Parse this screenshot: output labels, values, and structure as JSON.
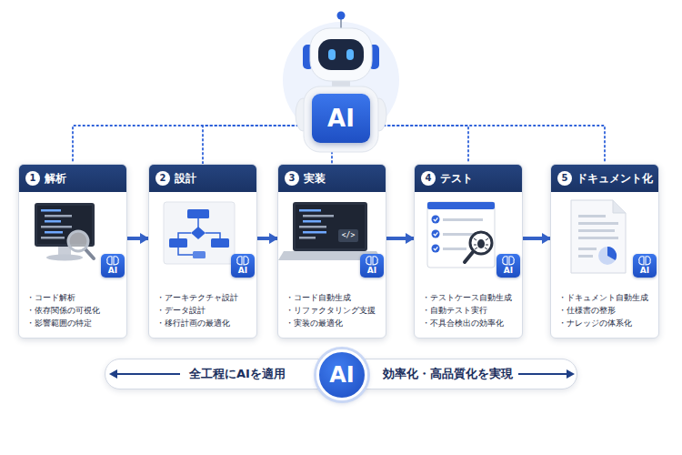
{
  "diagram": {
    "nodes": [
      {
        "text": [
          "AI"
        ]
      },
      {
        "text": [
          "解析",
          "・コード解析",
          "・依存関係の可視化",
          "・影響範囲の特定"
        ]
      },
      {
        "text": [
          "1"
        ],
        "in": 1
      },
      {
        "text": [
          "AI"
        ],
        "in": 1
      },
      {
        "text": [
          "設計",
          "・アーキテクチャ設計",
          "・データ設計",
          "・移行計画の最適化"
        ]
      },
      {
        "text": [
          "2"
        ],
        "in": 4
      },
      {
        "text": [
          "AI"
        ],
        "in": 4
      },
      {
        "text": [
          "実装",
          "・コード自動生成",
          "・リファクタリング支援",
          "・実装の最適化"
        ]
      },
      {
        "text": [
          "3"
        ],
        "in": 7
      },
      {
        "text": [
          "AI"
        ],
        "in": 7
      },
      {
        "text": [
          "テスト",
          "・テストケース自動生成",
          "・自動テスト実行",
          "・不具合検出の効率化"
        ]
      },
      {
        "text": [
          "4"
        ],
        "in": 10
      },
      {
        "text": [
          "AI"
        ],
        "in": 10
      },
      {
        "text": [
          "ドキュメント化",
          "・ドキュメント自動生成",
          "・仕様書の整形",
          "・ナレッジの体系化"
        ]
      },
      {
        "text": [
          "5"
        ],
        "in": 13
      },
      {
        "text": [
          "AI"
        ],
        "in": 13
      },
      {
        "text": [
          "全工程にAIを適用",
          "効率化・高品質化を実現"
        ]
      },
      {
        "text": [
          "AI"
        ],
        "in": 16
      }
    ],
    "edges": [
      {
        "from": 0,
        "to": 1,
        "arrow": "none"
      },
      {
        "from": 0,
        "to": 4,
        "arrow": "none"
      },
      {
        "from": 0,
        "to": 7,
        "arrow": "none"
      },
      {
        "from": 0,
        "to": 10,
        "arrow": "none"
      },
      {
        "from": 0,
        "to": 13,
        "arrow": "none"
      },
      {
        "from": 1,
        "to": 4,
        "arrow": "to"
      },
      {
        "from": 4,
        "to": 7,
        "arrow": "to"
      },
      {
        "from": 7,
        "to": 10,
        "arrow": "to"
      },
      {
        "from": 10,
        "to": 13,
        "arrow": "to"
      }
    ],
    "labels": [
      "</>"
    ]
  }
}
